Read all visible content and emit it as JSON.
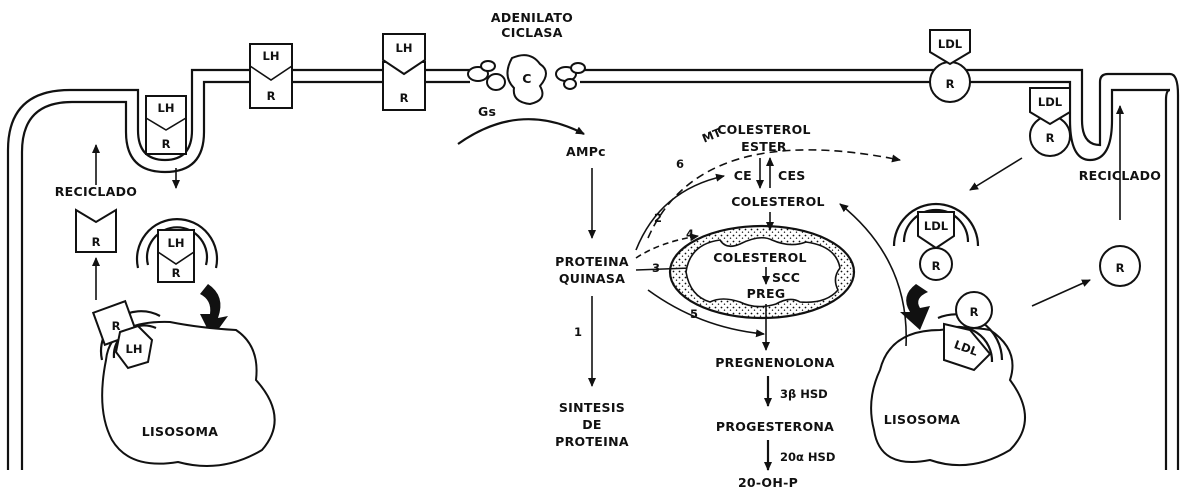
{
  "labels": {
    "adenilato_1": "ADENILATO",
    "adenilato_2": "CICLASA",
    "c": "C",
    "gs": "Gs",
    "ampc": "AMPc",
    "proteina_1": "PROTEINA",
    "proteina_2": "QUINASA",
    "sintesis_1": "SINTESIS",
    "sintesis_2": "DE",
    "sintesis_3": "PROTEINA",
    "colesterol_ester_1": "COLESTEROL",
    "colesterol_ester_2": "ESTER",
    "ce": "CE",
    "ces": "CES",
    "colesterol": "COLESTEROL",
    "mito_colesterol": "COLESTEROL",
    "scc": "SCC",
    "preg": "PREG",
    "pregnenolona": "PREGNENOLONA",
    "hsd3b": "3β HSD",
    "progesterona": "PROGESTERONA",
    "hsd20a": "20α HSD",
    "ohp": "20-OH-P",
    "mt": "MT",
    "reciclado_left": "RECICLADO",
    "reciclado_right": "RECICLADO",
    "lisosoma_left": "LISOSOMA",
    "lisosoma_right": "LISOSOMA",
    "lh": "LH",
    "ldl": "LDL",
    "r": "R"
  },
  "pathway_numbers": [
    "1",
    "2",
    "3",
    "4",
    "5",
    "6"
  ]
}
